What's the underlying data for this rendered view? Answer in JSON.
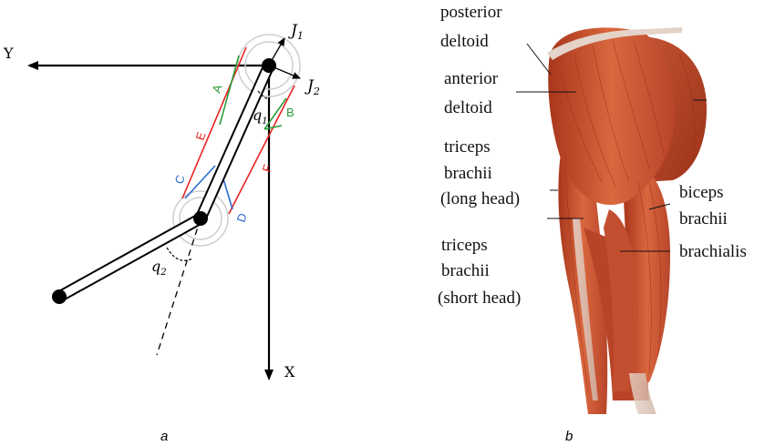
{
  "panel_a": {
    "caption": "a",
    "axes": {
      "y_label": "Y",
      "x_label": "X"
    },
    "joints": {
      "j1": "J",
      "j1_sub": "1",
      "j2": "J",
      "j2_sub": "2"
    },
    "angles": {
      "q1": "q",
      "q1_sub": "1",
      "q2": "q",
      "q2_sub": "2"
    },
    "muscles": [
      {
        "label": "A",
        "color": "#2a9d3a"
      },
      {
        "label": "B",
        "color": "#2a9d3a"
      },
      {
        "label": "C",
        "color": "#2a6ad0"
      },
      {
        "label": "D",
        "color": "#2a6ad0"
      },
      {
        "label": "E",
        "color": "#e8231f"
      },
      {
        "label": "F",
        "color": "#e8231f"
      }
    ]
  },
  "panel_b": {
    "caption": "b",
    "labels": {
      "posterior_deltoid": [
        "posterior",
        "deltoid"
      ],
      "anterior_deltoid": [
        "anterior",
        "deltoid"
      ],
      "triceps_long": [
        "triceps",
        "brachii",
        "(long head)"
      ],
      "triceps_short": [
        "triceps",
        "brachii",
        "(short head)"
      ],
      "biceps": [
        "biceps",
        "brachii"
      ],
      "brachialis": [
        "brachialis"
      ]
    }
  }
}
